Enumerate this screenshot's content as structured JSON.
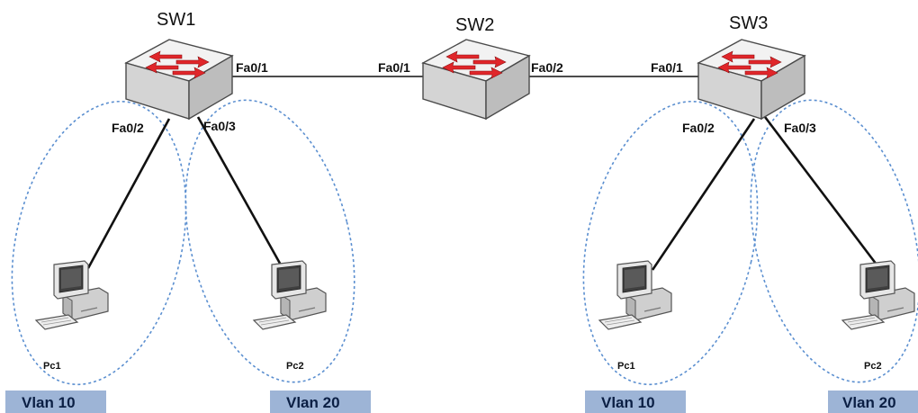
{
  "switches": [
    {
      "id": "sw1",
      "label": "SW1"
    },
    {
      "id": "sw2",
      "label": "SW2"
    },
    {
      "id": "sw3",
      "label": "SW3"
    }
  ],
  "ports": {
    "sw1_fa01": "Fa0/1",
    "sw1_fa02": "Fa0/2",
    "sw1_fa03": "Fa0/3",
    "sw2_fa01": "Fa0/1",
    "sw2_fa02": "Fa0/2",
    "sw3_fa01": "Fa0/1",
    "sw3_fa02": "Fa0/2",
    "sw3_fa03": "Fa0/3"
  },
  "pcs": [
    {
      "id": "pc1-left",
      "label": "Pc1"
    },
    {
      "id": "pc2-left",
      "label": "Pc2"
    },
    {
      "id": "pc1-right",
      "label": "Pc1"
    },
    {
      "id": "pc2-right",
      "label": "Pc2"
    }
  ],
  "vlans": [
    {
      "id": "vlan10-left",
      "label": "Vlan 10"
    },
    {
      "id": "vlan20-left",
      "label": "Vlan 20"
    },
    {
      "id": "vlan10-right",
      "label": "Vlan 10"
    },
    {
      "id": "vlan20-right",
      "label": "Vlan 20"
    }
  ],
  "colors": {
    "vlan_box": "#9db4d6",
    "vlan_ellipse": "#5b8fd0",
    "switch_arrow": "#e0262a"
  }
}
